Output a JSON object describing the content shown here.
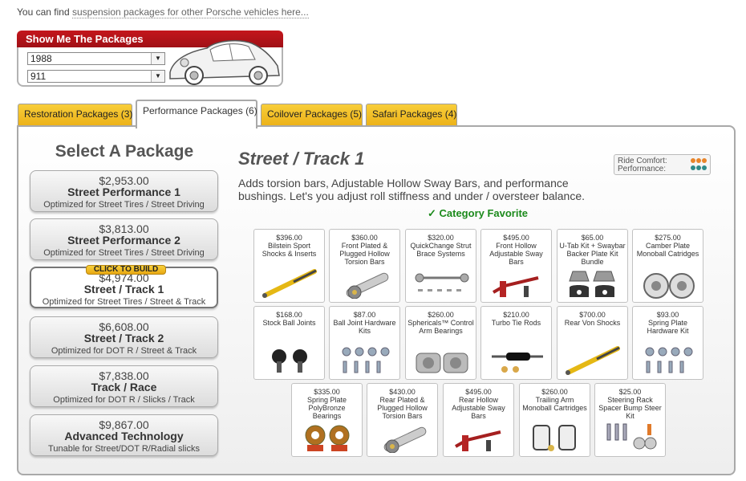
{
  "intro": {
    "prefix": "You can find",
    "link": "suspension packages for other Porsche vehicles here..."
  },
  "finder": {
    "title": "Show Me The Packages",
    "year": "1988",
    "model": "911"
  },
  "tabs": [
    {
      "label": "Restoration Packages (3)"
    },
    {
      "label": "Performance Packages (6)"
    },
    {
      "label": "Coilover Packages (5)"
    },
    {
      "label": "Safari Packages (4)"
    }
  ],
  "select_title": "Select A Package",
  "click_badge": "CLICK TO BUILD",
  "packages": [
    {
      "price": "$2,953.00",
      "name": "Street Performance 1",
      "sub": "Optimized for Street Tires / Street Driving"
    },
    {
      "price": "$3,813.00",
      "name": "Street Performance 2",
      "sub": "Optimized for Street Tires / Street Driving"
    },
    {
      "price": "$4,974.00",
      "name": "Street / Track 1",
      "sub": "Optimized for Street Tires / Street & Track"
    },
    {
      "price": "$6,608.00",
      "name": "Street / Track 2",
      "sub": "Optimized for DOT R / Street & Track"
    },
    {
      "price": "$7,838.00",
      "name": "Track / Race",
      "sub": "Optimized for DOT R / Slicks / Track"
    },
    {
      "price": "$9,867.00",
      "name": "Advanced Technology",
      "sub": "Tunable for Street/DOT R/Radial slicks"
    }
  ],
  "detail": {
    "title": "Street / Track 1",
    "description": "Adds torsion bars, Adjustable Hollow Sway Bars, and performance bushings. Let's you adjust roll stiffness and under / oversteer balance.",
    "favorite": "✓ Category Favorite",
    "ride_comfort_label": "Ride Comfort:",
    "performance_label": "Performance:"
  },
  "colors": {
    "brand_red": "#b0141a",
    "tab_gold": "#f2c02a",
    "favorite_green": "#1b8a1b",
    "dot_orange": "#e8842a",
    "dot_teal": "#2e8a8a"
  },
  "items": [
    {
      "price": "$396.00",
      "name": "Bilstein Sport Shocks & Inserts",
      "icon": "shock-icon"
    },
    {
      "price": "$360.00",
      "name": "Front Plated & Plugged Hollow Torsion Bars",
      "icon": "torsion-bar-icon"
    },
    {
      "price": "$320.00",
      "name": "QuickChange Strut Brace Systems",
      "icon": "strut-brace-icon"
    },
    {
      "price": "$495.00",
      "name": "Front Hollow Adjustable Sway Bars",
      "icon": "sway-bar-icon"
    },
    {
      "price": "$65.00",
      "name": "U-Tab Kit + Swaybar Backer Plate Kit Bundle",
      "icon": "plate-kit-icon"
    },
    {
      "price": "$275.00",
      "name": "Camber Plate Monoball Catridges",
      "icon": "monoball-icon"
    },
    {
      "price": "$168.00",
      "name": "Stock Ball Joints",
      "icon": "ball-joint-icon"
    },
    {
      "price": "$87.00",
      "name": "Ball Joint Hardware Kits",
      "icon": "hardware-kit-icon"
    },
    {
      "price": "$260.00",
      "name": "Sphericals™ Control Arm Bearings",
      "icon": "bearing-icon"
    },
    {
      "price": "$210.00",
      "name": "Turbo Tie Rods",
      "icon": "tie-rod-icon"
    },
    {
      "price": "$700.00",
      "name": "Rear Von Shocks",
      "icon": "shock-icon"
    },
    {
      "price": "$93.00",
      "name": "Spring Plate Hardware Kit",
      "icon": "hardware-kit-icon"
    },
    {
      "price": "$335.00",
      "name": "Spring Plate PolyBronze Bearings",
      "icon": "bronze-bearing-icon"
    },
    {
      "price": "$430.00",
      "name": "Rear Plated & Plugged Hollow Torsion Bars",
      "icon": "torsion-bar-icon"
    },
    {
      "price": "$495.00",
      "name": "Rear Hollow Adjustable Sway Bars",
      "icon": "sway-bar-icon"
    },
    {
      "price": "$260.00",
      "name": "Trailing Arm Monoball Cartridges",
      "icon": "cartridge-icon"
    },
    {
      "price": "$25.00",
      "name": "Steering Rack Spacer Bump Steer Kit",
      "icon": "spacer-kit-icon"
    }
  ]
}
